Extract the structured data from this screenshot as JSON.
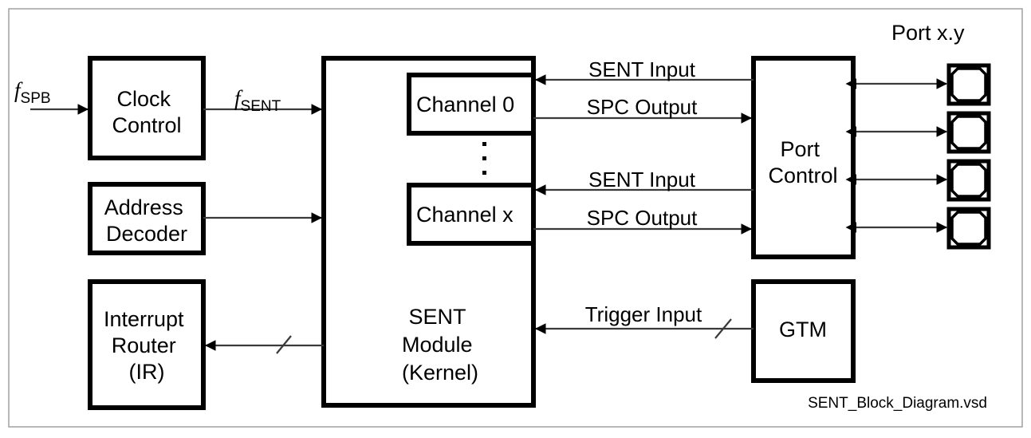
{
  "diagram": {
    "caption": "SENT_Block_Diagram.vsd",
    "port_group_label": "Port x.y",
    "colors": {
      "block_stroke": "#000000",
      "wire": "#3a3a3a",
      "frame": "#9a9a9a",
      "background": "#ffffff"
    }
  },
  "blocks": {
    "clock_control": {
      "line1": "Clock",
      "line2": "Control"
    },
    "address_decoder": {
      "line1": "Address",
      "line2": "Decoder"
    },
    "interrupt_router": {
      "line1": "Interrupt",
      "line2": "Router",
      "line3": "(IR)"
    },
    "sent_module": {
      "line1": "SENT",
      "line2": "Module",
      "line3": "(Kernel)"
    },
    "channel_0": {
      "label": "Channel 0"
    },
    "channel_x": {
      "label": "Channel x"
    },
    "port_control": {
      "line1": "Port",
      "line2": "Control"
    },
    "gtm": {
      "label": "GTM"
    }
  },
  "signals": {
    "f_spb": {
      "symbol": "f",
      "subscript": "SPB"
    },
    "f_sent": {
      "symbol": "f",
      "subscript": "SENT"
    },
    "sent_input_0": "SENT Input",
    "spc_output_0": "SPC Output",
    "sent_input_x": "SENT Input",
    "spc_output_x": "SPC Output",
    "trigger_input": "Trigger Input"
  },
  "ports": [
    {
      "name": "port-pad-1"
    },
    {
      "name": "port-pad-2"
    },
    {
      "name": "port-pad-3"
    },
    {
      "name": "port-pad-4"
    }
  ]
}
